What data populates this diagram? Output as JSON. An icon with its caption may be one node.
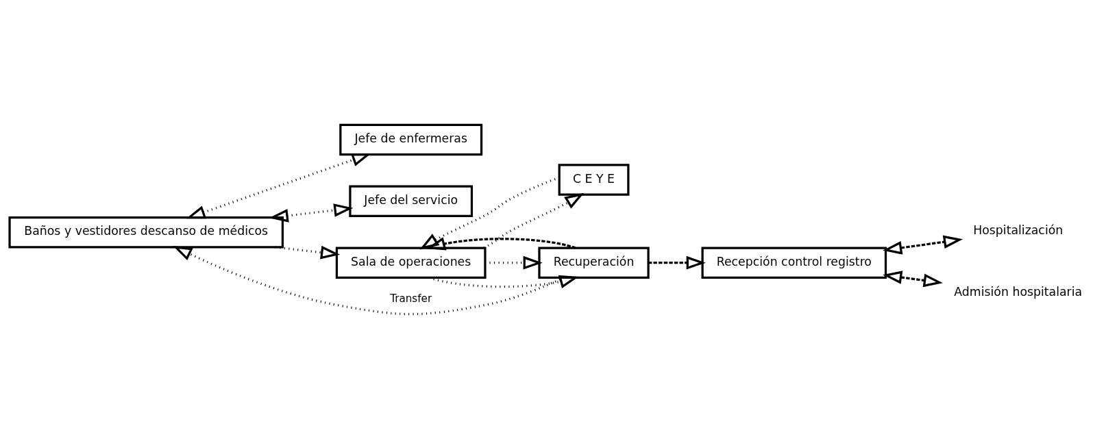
{
  "diagram": {
    "nodes": [
      {
        "text": [
          "Jefe de enfermeras"
        ]
      },
      {
        "text": [
          "Jefe del servicio"
        ]
      },
      {
        "text": [
          "Baños y vestidores descanso de médicos"
        ]
      },
      {
        "text": [
          "Sala de operaciones"
        ]
      },
      {
        "text": [
          "Recuperación"
        ]
      },
      {
        "text": [
          "Recepción control registro"
        ]
      },
      {
        "text": [
          "C E Y E"
        ]
      },
      {
        "text": [
          "Hospitalización"
        ]
      },
      {
        "text": [
          "Admisión hospitalaria"
        ]
      }
    ],
    "edges": [
      {
        "from": 2,
        "to": 0,
        "arrow": "both"
      },
      {
        "from": 2,
        "to": 1,
        "arrow": "both"
      },
      {
        "from": 2,
        "to": 3,
        "arrow": "to"
      },
      {
        "from": 4,
        "to": 2,
        "arrow": "to",
        "label": "Transfer"
      },
      {
        "from": 3,
        "to": 4,
        "arrow": "to"
      },
      {
        "from": 3,
        "to": 6,
        "arrow": "to"
      },
      {
        "from": 6,
        "to": 3,
        "arrow": "to"
      },
      {
        "from": 3,
        "to": 4,
        "arrow": "to"
      },
      {
        "from": 4,
        "to": 3,
        "arrow": "to",
        "style": "dashed"
      },
      {
        "from": 4,
        "to": 5,
        "arrow": "to",
        "style": "dashed"
      },
      {
        "from": 5,
        "to": 7,
        "arrow": "both",
        "style": "dashed"
      },
      {
        "from": 5,
        "to": 8,
        "arrow": "both",
        "style": "dashed"
      }
    ]
  }
}
